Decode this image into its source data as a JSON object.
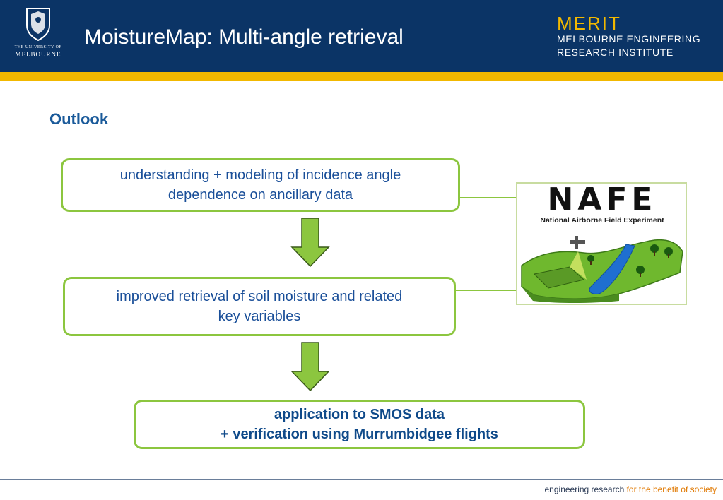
{
  "header": {
    "title": "MoistureMap: Multi-angle retrieval",
    "uni_logo": {
      "line1": "THE UNIVERSITY OF",
      "line2": "MELBOURNE"
    },
    "merit": {
      "name": "MERIT",
      "line1": "MELBOURNE ENGINEERING",
      "line2": "RESEARCH INSTITUTE"
    }
  },
  "section_title": "Outlook",
  "flow": {
    "step1": {
      "line1": "understanding + modeling of incidence angle",
      "line2": "dependence on ancillary data"
    },
    "step2": {
      "line1": "improved retrieval of soil moisture and related",
      "line2": "key variables"
    },
    "step3": {
      "line1": "application to SMOS data",
      "line2": "+ verification using Murrumbidgee flights"
    }
  },
  "nafe_logo": {
    "word": "NAFE",
    "subtitle": "National Airborne Field Experiment"
  },
  "footer": {
    "text": "engineering research",
    "accent": "for the benefit of society"
  },
  "colors": {
    "header": "#0b3466",
    "header_bar": "#f2b800",
    "box_border": "#8cc63f",
    "box_text": "#1a4f99",
    "arrow_fill": "#8cc63f",
    "footer_accent": "#e07800"
  }
}
